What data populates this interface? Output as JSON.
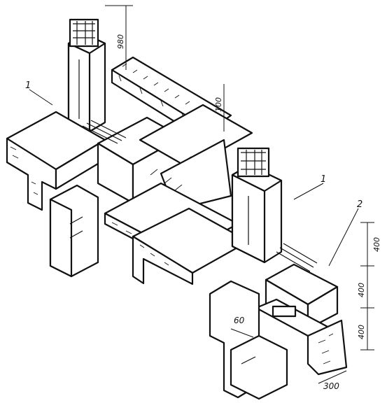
{
  "callouts": {
    "mark1_top": "1",
    "mark1_mid": "1",
    "mark2": "2"
  },
  "dimensions": {
    "col_height": "980",
    "beam_depth": "100",
    "right_400_top": "400",
    "right_400_mid": "400",
    "right_400_low": "400",
    "bracket_60": "60",
    "base_300": "300"
  }
}
